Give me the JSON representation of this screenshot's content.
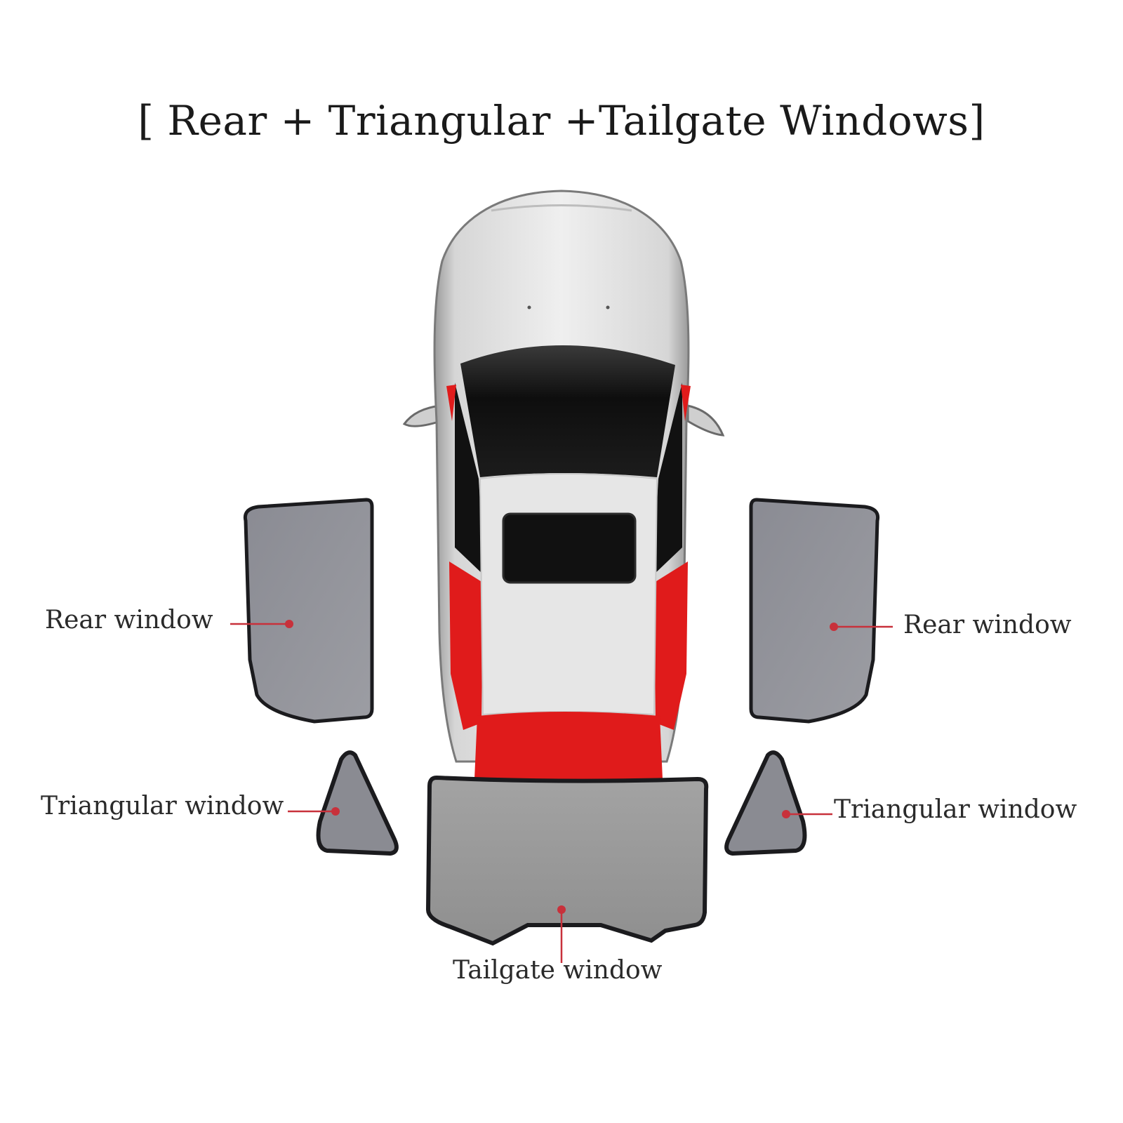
{
  "title": "[ Rear + Triangular +Tailgate Windows]",
  "labels": {
    "rear_left": "Rear window",
    "rear_right": "Rear window",
    "triangular_left": "Triangular window",
    "triangular_right": "Triangular window",
    "tailgate": "Tailgate window"
  },
  "colors": {
    "highlight": "#e01b1b",
    "shade_fill": "#8e8f97",
    "shade_border": "#1b1b1e",
    "leader": "#c8313b",
    "car_body": "#dcdcdc",
    "glass": "#151515"
  }
}
